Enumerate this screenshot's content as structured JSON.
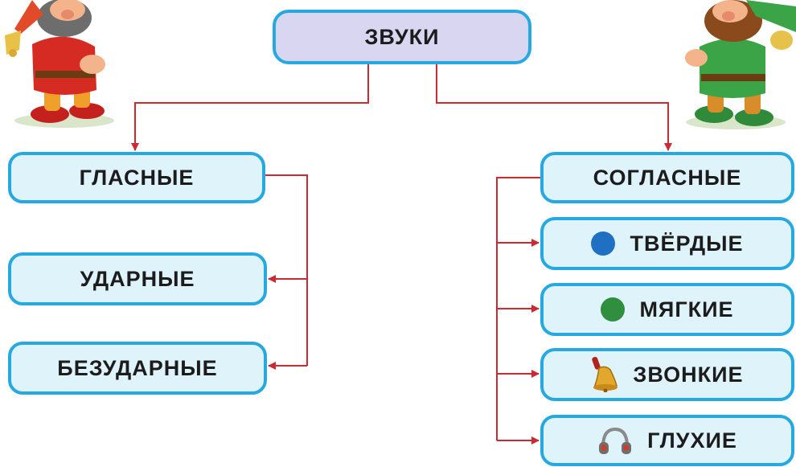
{
  "root": {
    "label": "ЗВУКИ"
  },
  "vowels": {
    "label": "ГЛАСНЫЕ",
    "items": [
      {
        "label": "УДАРНЫЕ"
      },
      {
        "label": "БЕЗУДАРНЫЕ"
      }
    ]
  },
  "consonants": {
    "label": "СОГЛАСНЫЕ",
    "items": [
      {
        "label": "ТВЁРДЫЕ",
        "icon": "blue-dot-icon",
        "color": "#1f6fc3"
      },
      {
        "label": "МЯГКИЕ",
        "icon": "green-dot-icon",
        "color": "#2f8f3f"
      },
      {
        "label": "ЗВОНКИЕ",
        "icon": "bell-icon"
      },
      {
        "label": "ГЛУХИЕ",
        "icon": "headphones-icon"
      }
    ]
  },
  "colors": {
    "box_border": "#25a9e0",
    "box_fill": "#dff3fb",
    "root_fill": "#d9d6f2",
    "connector": "#cc2a32"
  },
  "illustrations": [
    "red-gnome",
    "green-gnome"
  ]
}
